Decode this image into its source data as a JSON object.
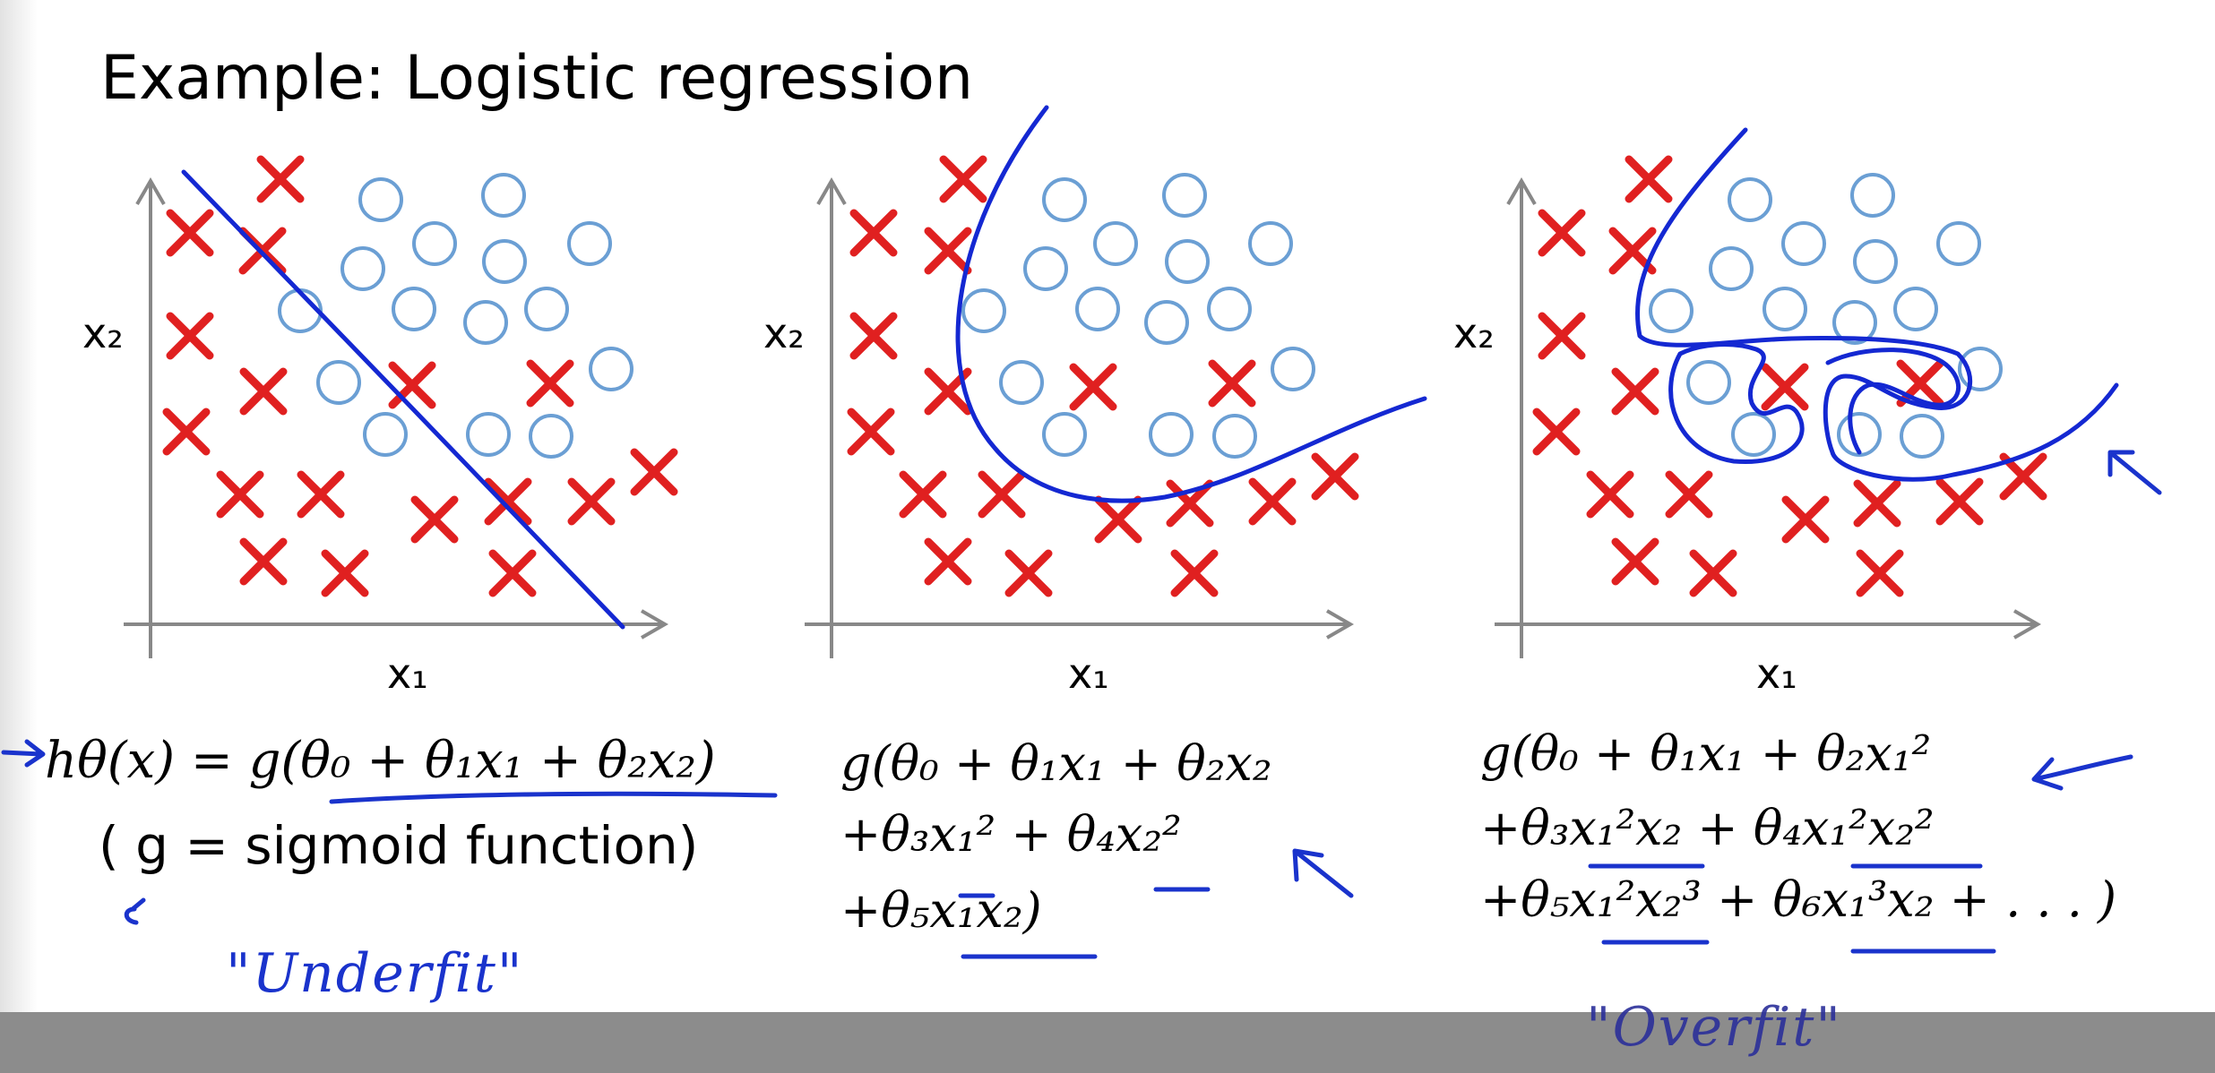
{
  "title": "Example: Logistic regression",
  "colors": {
    "negative": "#e02020",
    "positive": "#6b9fd4",
    "boundary": "#1428d2",
    "axis": "#888888",
    "annotation": "#1a33cc",
    "bottom_bar": "#8c8c8c"
  },
  "panels": [
    {
      "x_label": "x₁",
      "y_label": "x₂",
      "hypothesis_lines": [
        "hθ(x) = g(θ₀ + θ₁x₁ + θ₂x₂)"
      ],
      "note": "( g = sigmoid function)",
      "handwritten_label": "\"Underfit\""
    },
    {
      "x_label": "x₁",
      "y_label": "x₂",
      "hypothesis_lines": [
        "g(θ₀ + θ₁x₁ + θ₂x₂",
        "+θ₃x₁² + θ₄x₂²",
        "+θ₅x₁x₂)"
      ]
    },
    {
      "x_label": "x₁",
      "y_label": "x₂",
      "hypothesis_lines": [
        "g(θ₀ + θ₁x₁ + θ₂x₁²",
        "+θ₃x₁²x₂ + θ₄x₁²x₂²",
        "+θ₅x₁²x₂³ + θ₆x₁³x₂ + . . . )"
      ],
      "handwritten_label": "\"Overfit\""
    }
  ]
}
